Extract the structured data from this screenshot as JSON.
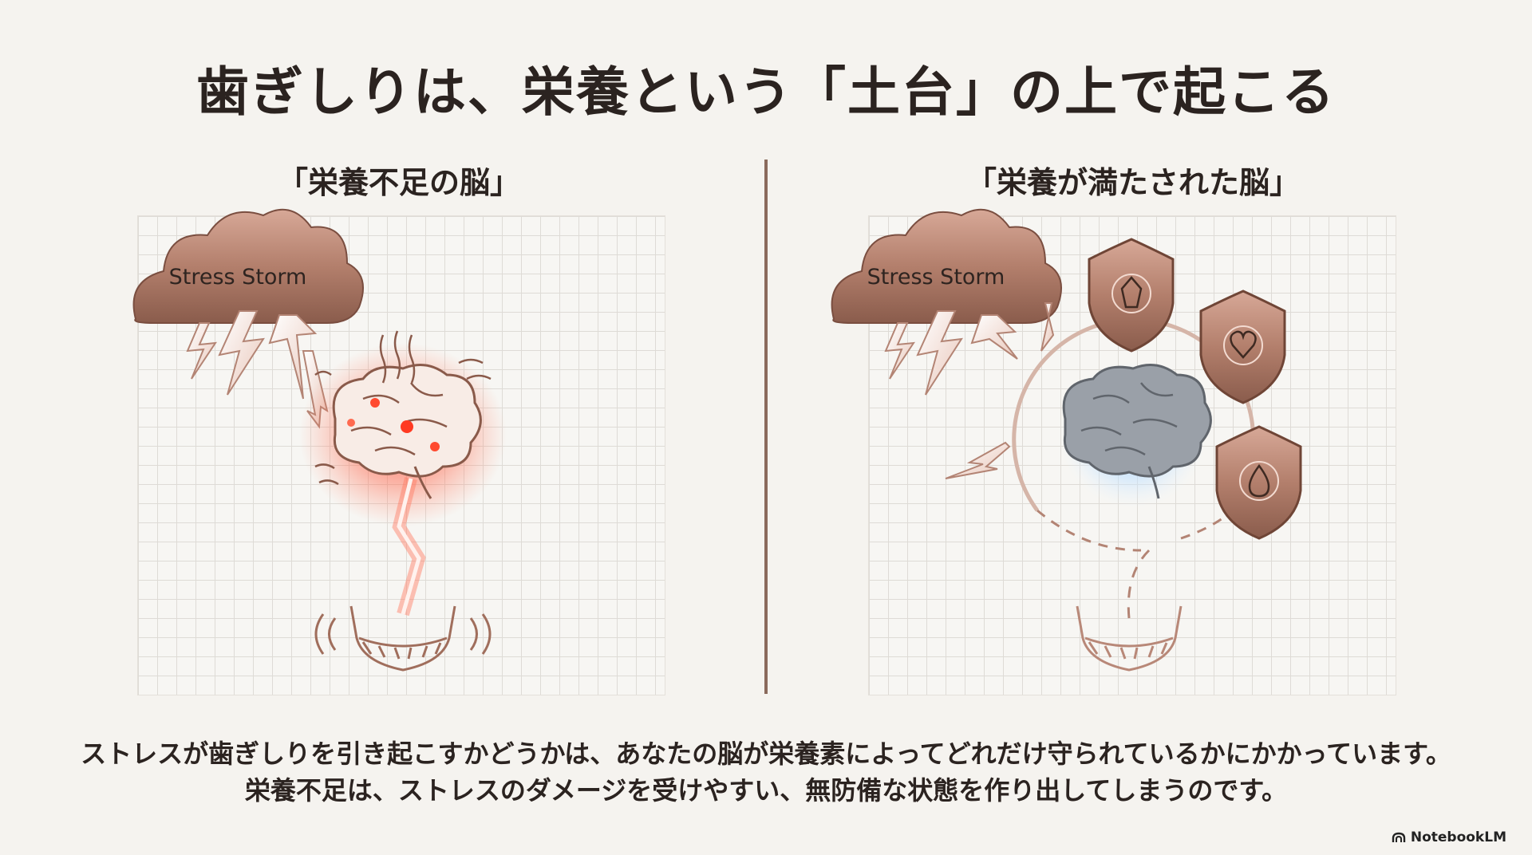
{
  "title": "歯ぎしりは、栄養という「土台」の上で起こる",
  "left_panel": {
    "heading": "「栄養不足の脳」",
    "cloud_label": "Stress Storm"
  },
  "right_panel": {
    "heading": "「栄養が満たされた脳」",
    "cloud_label": "Stress Storm",
    "shields": [
      "crystal-icon",
      "heart-icon",
      "drop-icon"
    ]
  },
  "caption": {
    "line1": "ストレスが歯ぎしりを引き起こすかどうかは、あなたの脳が栄養素によってどれだけ守られているかにかかっています。",
    "line2": "栄養不足は、ストレスのダメージを受けやすい、無防備な状態を作り出してしまうのです。"
  },
  "brand": "NotebookLM",
  "colors": {
    "copper": "#b07e6c",
    "stress_red": "#f0503c",
    "calm_blue": "#a9d4ff"
  }
}
